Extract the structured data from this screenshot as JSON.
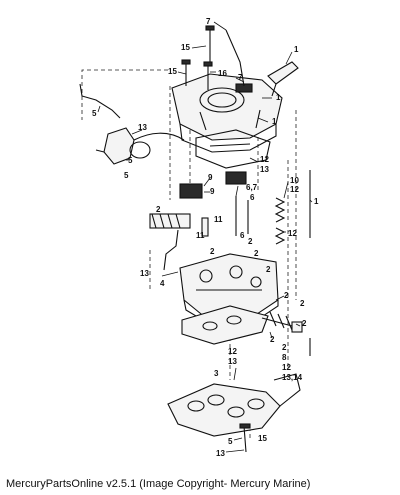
{
  "caption": "MercuryPartsOnline v2.5.1 (Image Copyright- Mercury Marine)",
  "callouts": [
    "7",
    "15",
    "15",
    "16",
    "7",
    "1",
    "5",
    "13",
    "1",
    "1",
    "5",
    "12",
    "13",
    "5",
    "9",
    "9",
    "6,7",
    "6",
    "10",
    "12",
    "1",
    "2",
    "11",
    "6",
    "2",
    "11",
    "2",
    "12",
    "2",
    "2",
    "13",
    "4",
    "2",
    "2",
    "2",
    "2",
    "12",
    "13",
    "2",
    "8",
    "12",
    "13,14",
    "3",
    "5",
    "15",
    "13"
  ]
}
